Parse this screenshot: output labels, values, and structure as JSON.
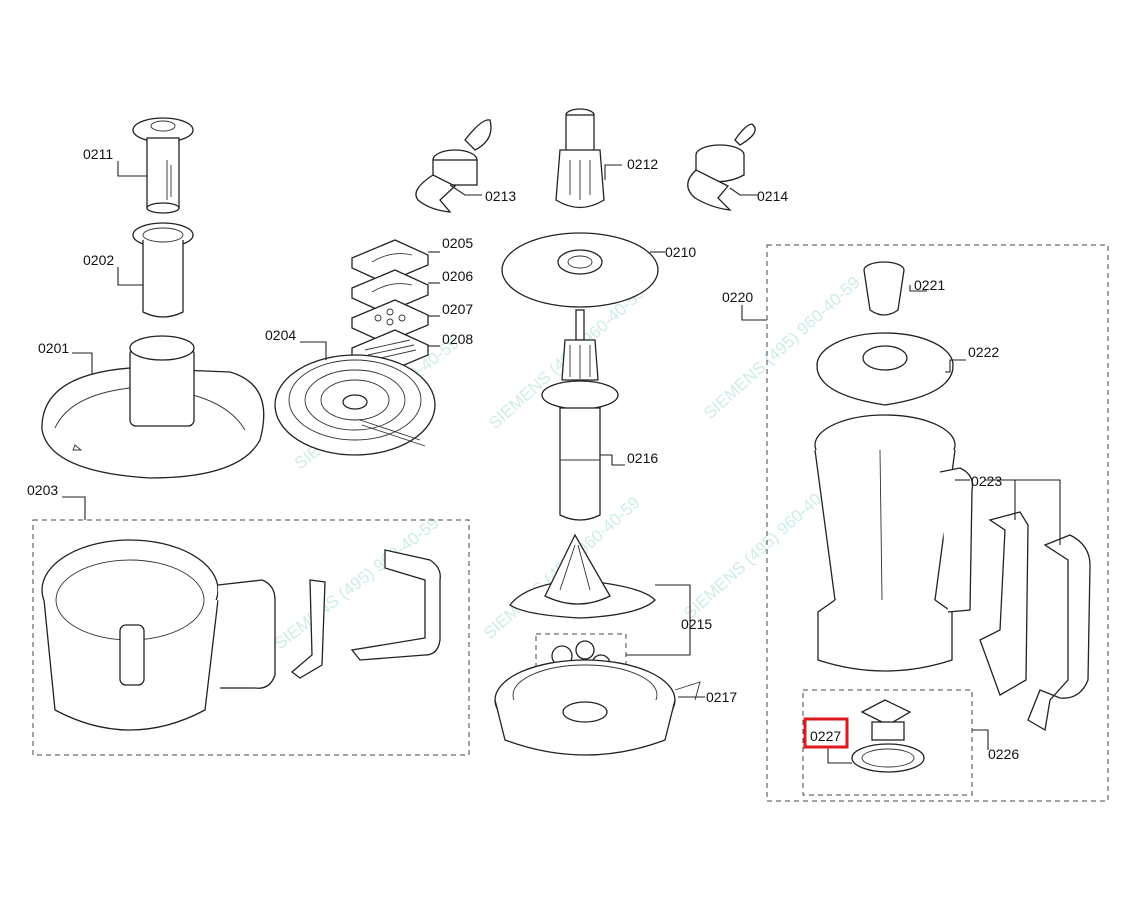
{
  "labels": {
    "l0211": "0211",
    "l0202": "0202",
    "l0201": "0201",
    "l0203": "0203",
    "l0213": "0213",
    "l0212": "0212",
    "l0214": "0214",
    "l0205": "0205",
    "l0206": "0206",
    "l0207": "0207",
    "l0208": "0208",
    "l0204": "0204",
    "l0210": "0210",
    "l0216": "0216",
    "l0215": "0215",
    "l0217": "0217",
    "l0220": "0220",
    "l0221": "0221",
    "l0222": "0222",
    "l0223": "0223",
    "l0226": "0226",
    "l0227": "0227"
  },
  "highlighted_part": "0227",
  "colors": {
    "highlight": "#e0191f",
    "watermark": "#bfe6e1",
    "line": "#222222"
  },
  "watermarks": {
    "w1": "SIEMENS (495) 960-40-59",
    "w2": "SIEMENS (495) 960-40-59",
    "w3": "SIEMENS (495) 960-40-59",
    "w4": "SIEMENS (495) 960-40-59",
    "w5": "SIEMENS (495) 960-40-59",
    "w6": "SIEMENS (495) 960-40-59"
  }
}
